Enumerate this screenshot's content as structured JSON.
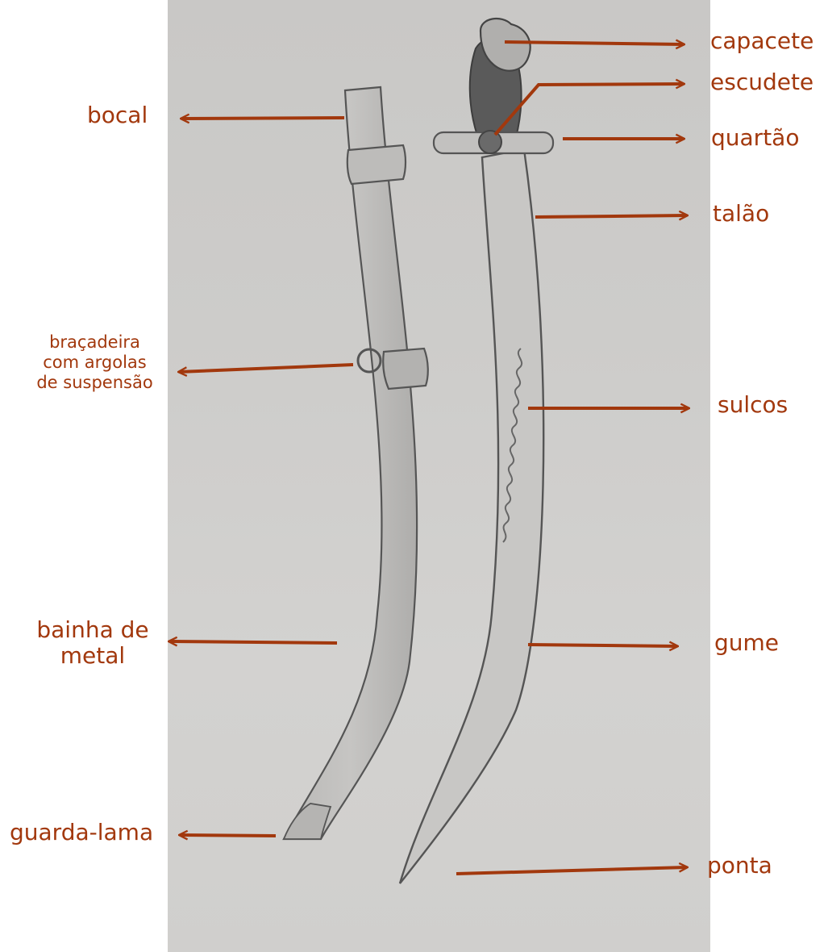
{
  "colors": {
    "label": "#a2380d",
    "arrow": "#a2380d",
    "pencil": "#555555",
    "paper": "#cccbc9"
  },
  "labels": {
    "bocal": "bocal",
    "bracadeira_line1": "braçadeira",
    "bracadeira_line2": "com argolas",
    "bracadeira_line3": "de suspensão",
    "bainha_line1": "bainha de",
    "bainha_line2": "metal",
    "guarda_lama": "guarda-lama",
    "capacete": "capacete",
    "escudete": "escudete",
    "quartao": "quartão",
    "talao": "talão",
    "sulcos": "sulcos",
    "gume": "gume",
    "ponta": "ponta"
  }
}
